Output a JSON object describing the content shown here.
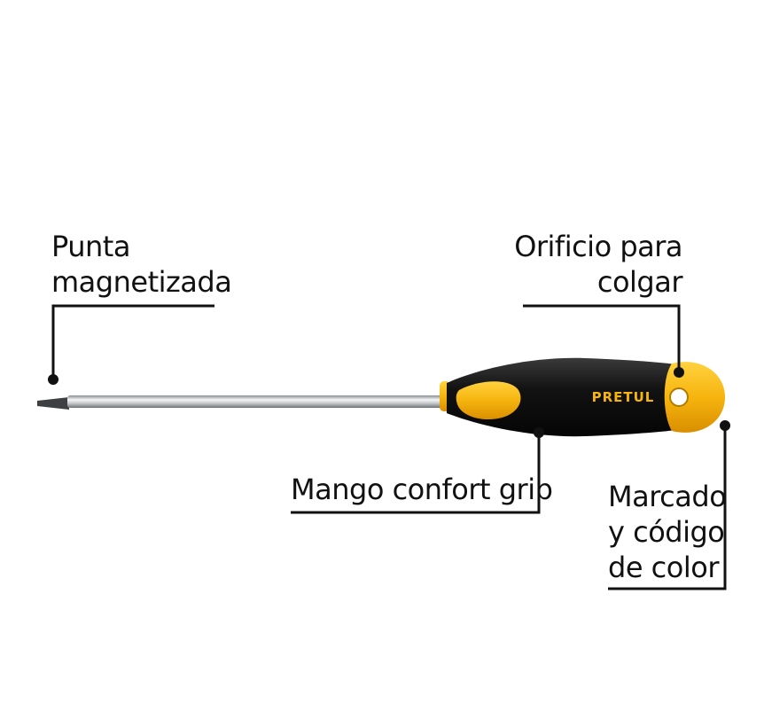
{
  "callouts": {
    "tip": {
      "line1": "Punta",
      "line2": "magnetizada"
    },
    "hang_hole": {
      "line1": "Orificio para",
      "line2": "colgar"
    },
    "grip": {
      "line1": "Mango confort grip"
    },
    "marking": {
      "line1": "Marcado",
      "line2": "y código",
      "line3": "de color"
    }
  },
  "tool": {
    "brand_logo_text": "PRETUL",
    "colors": {
      "handle_black": "#1a1a1a",
      "handle_yellow": "#f6b40e",
      "shaft_steel": "#c9cccf",
      "leader_line": "#111111"
    }
  }
}
